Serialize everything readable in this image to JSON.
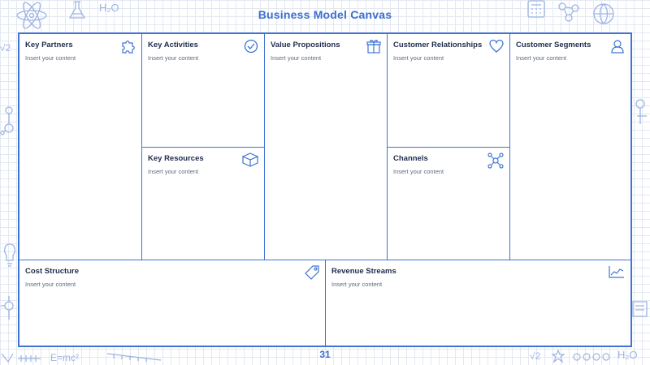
{
  "slide": {
    "title": "Business Model Canvas",
    "page_number": "31",
    "accent_color": "#3f74d4"
  },
  "cells": {
    "key_partners": {
      "heading": "Key Partners",
      "content": "Insert your content",
      "icon": "puzzle-icon"
    },
    "key_activities": {
      "heading": "Key Activities",
      "content": "Insert your content",
      "icon": "check-circle-icon"
    },
    "key_resources": {
      "heading": "Key Resources",
      "content": "Insert your content",
      "icon": "box-icon"
    },
    "value_propositions": {
      "heading": "Value Propositions",
      "content": "Insert your content",
      "icon": "gift-icon"
    },
    "customer_relationships": {
      "heading": "Customer Relationships",
      "content": "Insert your content",
      "icon": "heart-icon"
    },
    "channels": {
      "heading": "Channels",
      "content": "Insert your content",
      "icon": "network-icon"
    },
    "customer_segments": {
      "heading": "Customer Segments",
      "content": "Insert your content",
      "icon": "user-icon"
    },
    "cost_structure": {
      "heading": "Cost Structure",
      "content": "Insert your content",
      "icon": "tag-icon"
    },
    "revenue_streams": {
      "heading": "Revenue Streams",
      "content": "Insert your content",
      "icon": "line-chart-icon"
    }
  },
  "decorations": {
    "formula_h2o": "H₂O",
    "formula_emc2": "E=mc²",
    "formula_v2": "√2"
  }
}
